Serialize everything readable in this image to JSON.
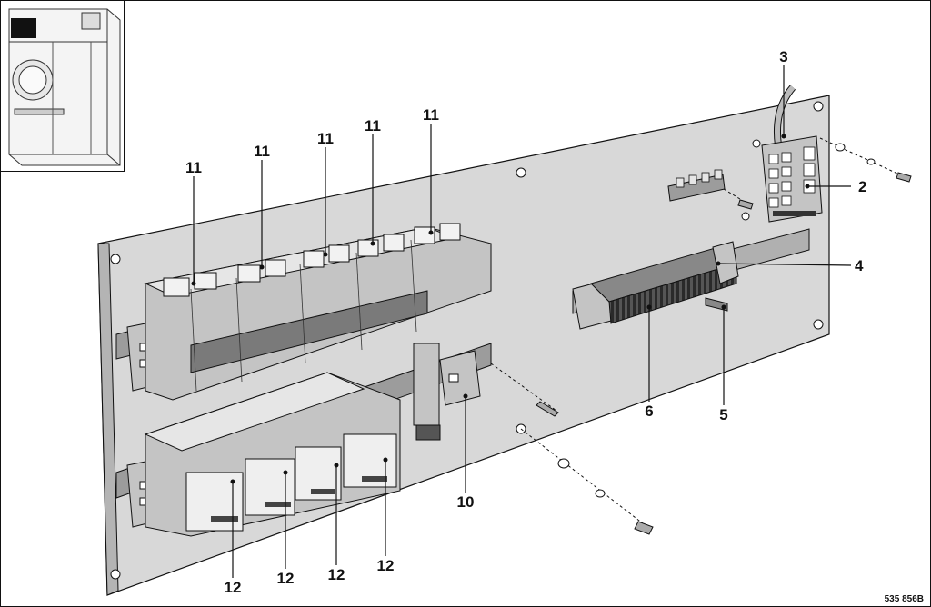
{
  "figure": {
    "doc_id": "535 856B",
    "callouts": {
      "c2": "2",
      "c3": "3",
      "c4": "4",
      "c5": "5",
      "c6": "6",
      "c10": "10",
      "c11": "11",
      "c12": "12"
    }
  },
  "colors": {
    "panel": "#d8d8d8",
    "panel_edge": "#b4b4b4",
    "component": "#c4c4c4",
    "component_light": "#e6e6e6",
    "component_dark": "#7a7a7a",
    "outline": "#111111"
  }
}
